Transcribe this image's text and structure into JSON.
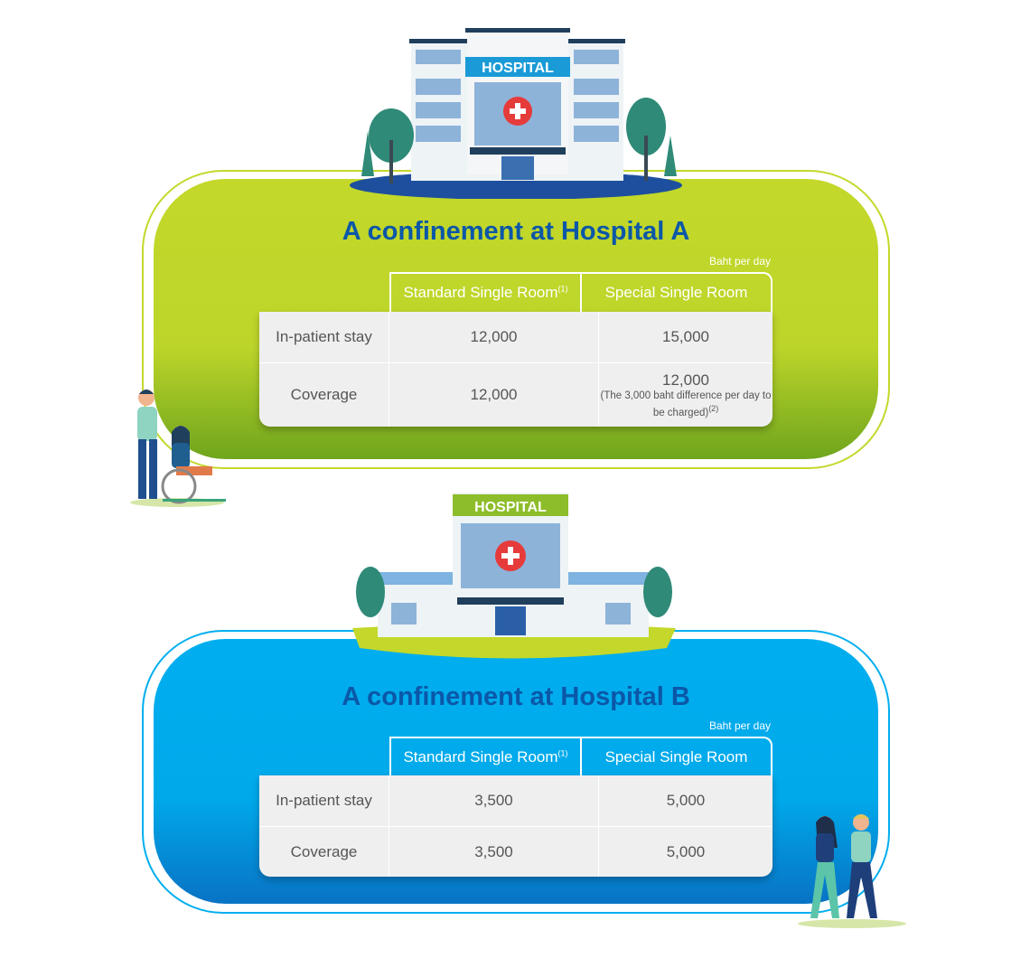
{
  "hospital_a": {
    "sign": "HOSPITAL",
    "title": "A confinement at Hospital A",
    "unit": "Baht per day",
    "columns": [
      "Standard Single Room",
      "Special Single Room"
    ],
    "column_footnote": "(1)",
    "rows": [
      {
        "label": "In-patient stay",
        "standard": "12,000",
        "special": "15,000"
      },
      {
        "label": "Coverage",
        "standard": "12,000",
        "special": "12,000",
        "special_note": "(The 3,000 baht difference per day to be charged)",
        "special_note_footnote": "(2)"
      }
    ],
    "color": "#c3d82a"
  },
  "hospital_b": {
    "sign": "HOSPITAL",
    "title": "A confinement at Hospital B",
    "unit": "Baht per day",
    "columns": [
      "Standard Single Room",
      "Special Single Room"
    ],
    "column_footnote": "(1)",
    "rows": [
      {
        "label": "In-patient stay",
        "standard": "3,500",
        "special": "5,000"
      },
      {
        "label": "Coverage",
        "standard": "3,500",
        "special": "5,000"
      }
    ],
    "color": "#00aeef"
  }
}
